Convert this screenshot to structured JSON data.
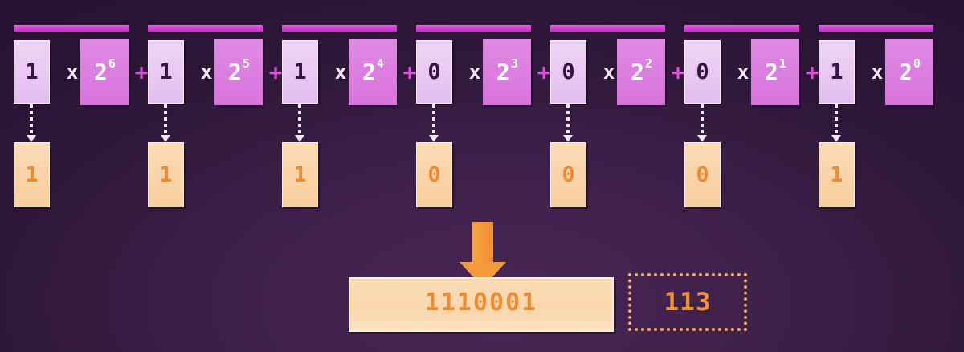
{
  "diagram": {
    "title": "binary-to-decimal place value expansion",
    "colors": {
      "background_dark": "#2a1334",
      "background_light": "#4a2656",
      "bar_magenta": "#e95fe6",
      "bit_box_lavender": "#e8c7f2",
      "power_box_orchid": "#dc7fe0",
      "plus_magenta": "#e04ede",
      "times_white": "#f4e5f8",
      "orange_fill": "#f9d3a7",
      "orange_text": "#ef8c31",
      "arrow_orange": "#f59a3c",
      "dotted_border": "#f5ab5e",
      "bit_text_dark": "#3a1145"
    },
    "operator_times": "x",
    "operator_plus": "+",
    "base": "2",
    "terms": [
      {
        "bit": "1",
        "exponent": "6",
        "result_bit": "1"
      },
      {
        "bit": "1",
        "exponent": "5",
        "result_bit": "1"
      },
      {
        "bit": "1",
        "exponent": "4",
        "result_bit": "1"
      },
      {
        "bit": "0",
        "exponent": "3",
        "result_bit": "0"
      },
      {
        "bit": "0",
        "exponent": "2",
        "result_bit": "0"
      },
      {
        "bit": "0",
        "exponent": "1",
        "result_bit": "0"
      },
      {
        "bit": "1",
        "exponent": "0",
        "result_bit": "1"
      }
    ],
    "binary_result": "1110001",
    "decimal_result": "113",
    "icons": {
      "down_arrow": "down-arrow-icon",
      "connector_arrow": "dotted-down-arrow-icon"
    }
  }
}
